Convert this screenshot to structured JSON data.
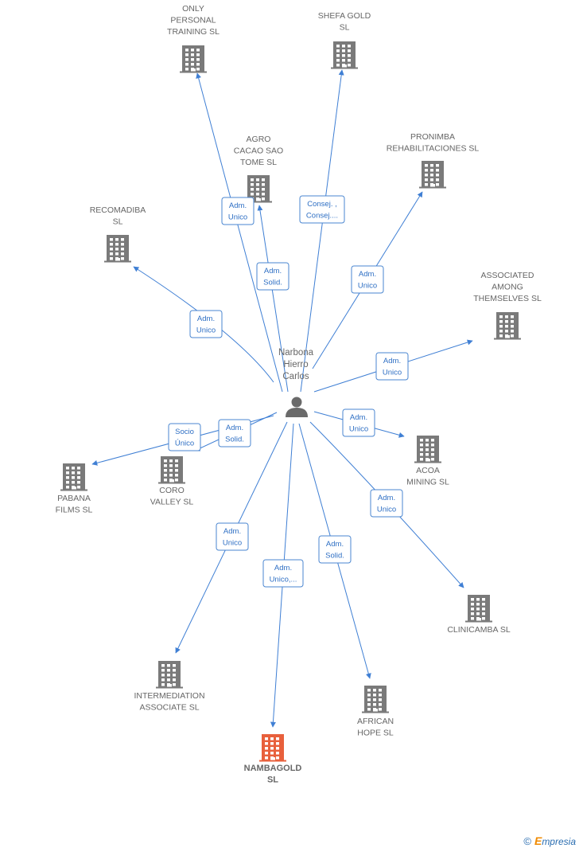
{
  "colors": {
    "edge": "#3f7fd4",
    "building": "#7a7a7a",
    "highlight": "#e8603c",
    "person": "#6a6a6a"
  },
  "person": {
    "label": [
      "Narbona",
      "Hierro",
      "Carlos"
    ],
    "icon": "person-icon"
  },
  "nodes": [
    {
      "id": "only",
      "lines": [
        "ONLY",
        "PERSONAL",
        "TRAINING  SL"
      ],
      "highlight": false
    },
    {
      "id": "shefa",
      "lines": [
        "SHEFA GOLD",
        "SL"
      ],
      "highlight": false
    },
    {
      "id": "agro",
      "lines": [
        "AGRO",
        "CACAO SAO",
        "TOME  SL"
      ],
      "highlight": false
    },
    {
      "id": "pronimba",
      "lines": [
        "PRONIMBA",
        "REHABILITACIONES SL"
      ],
      "highlight": false
    },
    {
      "id": "recomadiba",
      "lines": [
        "RECOMADIBA",
        "SL"
      ],
      "highlight": false
    },
    {
      "id": "associated",
      "lines": [
        "ASSOCIATED",
        "AMONG",
        "THEMSELVES SL"
      ],
      "highlight": false
    },
    {
      "id": "acoa",
      "lines": [
        "ACOA",
        "MINING  SL"
      ],
      "highlight": false
    },
    {
      "id": "coro",
      "lines": [
        "CORO",
        "VALLEY  SL"
      ],
      "highlight": false
    },
    {
      "id": "pabana",
      "lines": [
        "PABANA",
        "FILMS  SL"
      ],
      "highlight": false
    },
    {
      "id": "clinicamba",
      "lines": [
        "CLINICAMBA  SL"
      ],
      "highlight": false
    },
    {
      "id": "intermediation",
      "lines": [
        "INTERMEDIATION",
        "ASSOCIATE SL"
      ],
      "highlight": false
    },
    {
      "id": "african",
      "lines": [
        "AFRICAN",
        "HOPE  SL"
      ],
      "highlight": false
    },
    {
      "id": "nambagold",
      "lines": [
        "NAMBAGOLD",
        "SL"
      ],
      "highlight": true
    }
  ],
  "edges": [
    {
      "target": "only",
      "label": [
        "Adm.",
        "Unico"
      ]
    },
    {
      "target": "shefa",
      "label": [
        "Consej. ,",
        "Consej...."
      ]
    },
    {
      "target": "agro",
      "label": [
        "Adm.",
        "Solid."
      ]
    },
    {
      "target": "pronimba",
      "label": [
        "Adm.",
        "Unico"
      ]
    },
    {
      "target": "recomadiba",
      "label": [
        "Adm.",
        "Unico"
      ]
    },
    {
      "target": "associated",
      "label": [
        "Adm.",
        "Unico"
      ]
    },
    {
      "target": "acoa",
      "label": [
        "Adm.",
        "Unico"
      ]
    },
    {
      "target": "coro",
      "label": [
        "Adm.",
        "Solid."
      ]
    },
    {
      "target": "pabana",
      "label": [
        "Socio",
        "Único"
      ]
    },
    {
      "target": "clinicamba",
      "label": [
        "Adm.",
        "Unico"
      ]
    },
    {
      "target": "intermediation",
      "label": [
        "Adm.",
        "Unico"
      ]
    },
    {
      "target": "african",
      "label": [
        "Adm.",
        "Solid."
      ]
    },
    {
      "target": "nambagold",
      "label": [
        "Adm.",
        "Unico,..."
      ]
    }
  ],
  "footer": {
    "copyright": "©",
    "brand_e": "E",
    "brand_rest": "mpresia"
  }
}
